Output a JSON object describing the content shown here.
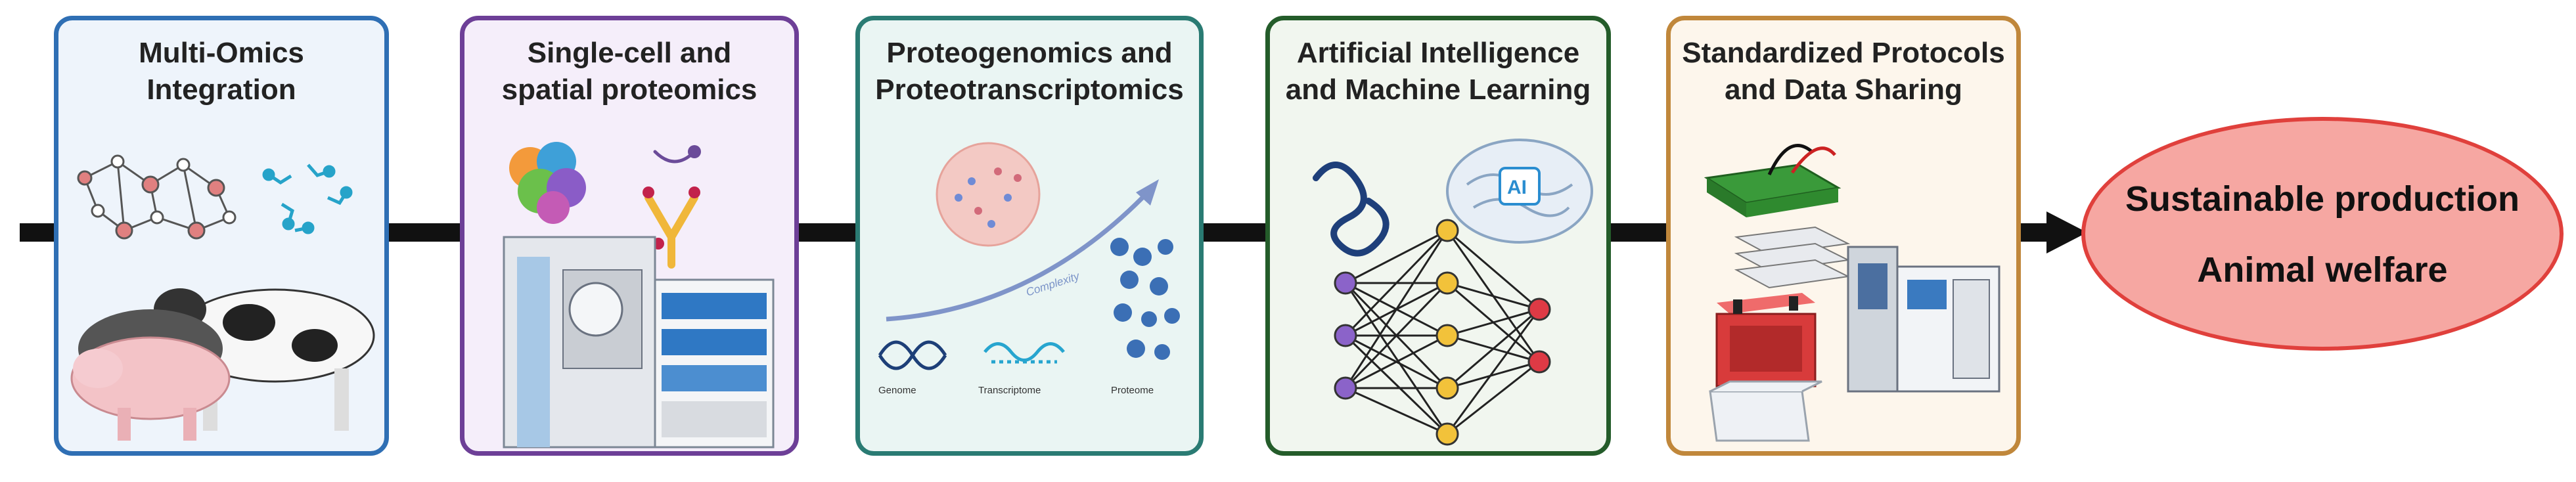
{
  "panels": [
    {
      "title_line1": "Multi-Omics",
      "title_line2": "Integration",
      "border_color": "#2f6fb4"
    },
    {
      "title_line1": "Single-cell and",
      "title_line2": "spatial proteomics",
      "border_color": "#6d3f97"
    },
    {
      "title_line1": "Proteogenomics and",
      "title_line2": "Proteotranscriptomics",
      "border_color": "#2a7b73"
    },
    {
      "title_line1": "Artificial Intelligence",
      "title_line2": "and Machine Learning",
      "border_color": "#245c2a"
    },
    {
      "title_line1": "Standardized Protocols",
      "title_line2": "and Data Sharing",
      "border_color": "#c0873b"
    }
  ],
  "proteo_labels": {
    "complexity": "Complexity",
    "genome": "Genome",
    "transcriptome": "Transcriptome",
    "proteome": "Proteome"
  },
  "ai_badge": "AI",
  "outcome": {
    "line1": "Sustainable production",
    "line2": "Animal welfare",
    "fill_color": "#f6a7a2",
    "border_color": "#e0403c"
  },
  "icons": [
    "network-graph-icon",
    "molecule-icon",
    "livestock-icon",
    "cell-cluster-icon",
    "antibody-icon",
    "mass-spectrometer-icon",
    "cell-icon",
    "dna-icon",
    "rna-icon",
    "protein-icon",
    "brain-icon",
    "neural-network-icon",
    "microplate-icon",
    "gel-stack-icon",
    "electrophoresis-tank-icon",
    "container-icon"
  ]
}
